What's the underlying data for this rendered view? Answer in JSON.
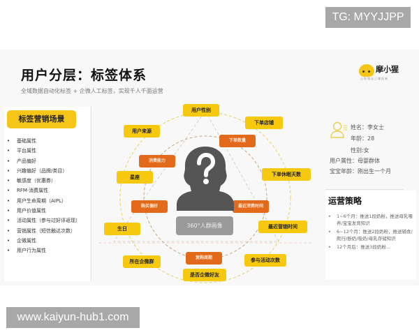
{
  "watermarks": {
    "top": "TG: MYYJJPP",
    "bottom": "www.kaiyun-hub1.com"
  },
  "header": {
    "title": "用户分层：标签体系",
    "subtitle": "全域数据自动化标签 + 企微人工标签，实现千人千面运营"
  },
  "logo": {
    "name": "摩小猩",
    "tagline": "让私域自己赚起来",
    "icon": "monkey-face-icon",
    "color": "#f5c518"
  },
  "left_panel": {
    "title": "标签营销场景",
    "items": [
      "基础属性",
      "平台属性",
      "产品偏好",
      "兴趣偏好（品牌/类目）",
      "敏感度（优惠券）",
      "RFM·消费属性",
      "用户生命周期（AIPL）",
      "用户价值属性",
      "活动属性（参与过好评返现）",
      "营销属性（短信触达次数）",
      "企微属性",
      "用户行为属性"
    ]
  },
  "diagram": {
    "center_icon": "question-person-icon",
    "center_label": "360°人群画像",
    "colors": {
      "outer": "#f6c90e",
      "inner": "#e26a1a",
      "avatar": "#555555",
      "label_bg": "#9a9a9a"
    },
    "outer_tags": [
      "用户性别",
      "下单店铺",
      "下单休眠天数",
      "最近营销时间",
      "参与活动次数",
      "是否企微好友",
      "所在企微群",
      "生日",
      "星座",
      "用户来源"
    ],
    "inner_tags": [
      "下单数量",
      "最近消费时间",
      "复购周期",
      "购买偏好",
      "消费能力"
    ]
  },
  "profile": {
    "icon": "user-profile-icon",
    "name_line": "姓名：李女士",
    "age_line": "年龄：28",
    "gender_line": "性别:女",
    "attr_line": "用户属性：母婴群体",
    "baby_line": "宝宝年龄：刚出生一个月"
  },
  "strategy": {
    "title": "运营策略",
    "items": [
      "1~6个月：推送1段奶粉，推送母乳喂养/宝宝发育知识",
      "6~12个月：推送2段奶粉，推送辅食/爬行/断奶/吸奶/母乳存储知识",
      "12个月后：推送3段奶粉..."
    ]
  }
}
